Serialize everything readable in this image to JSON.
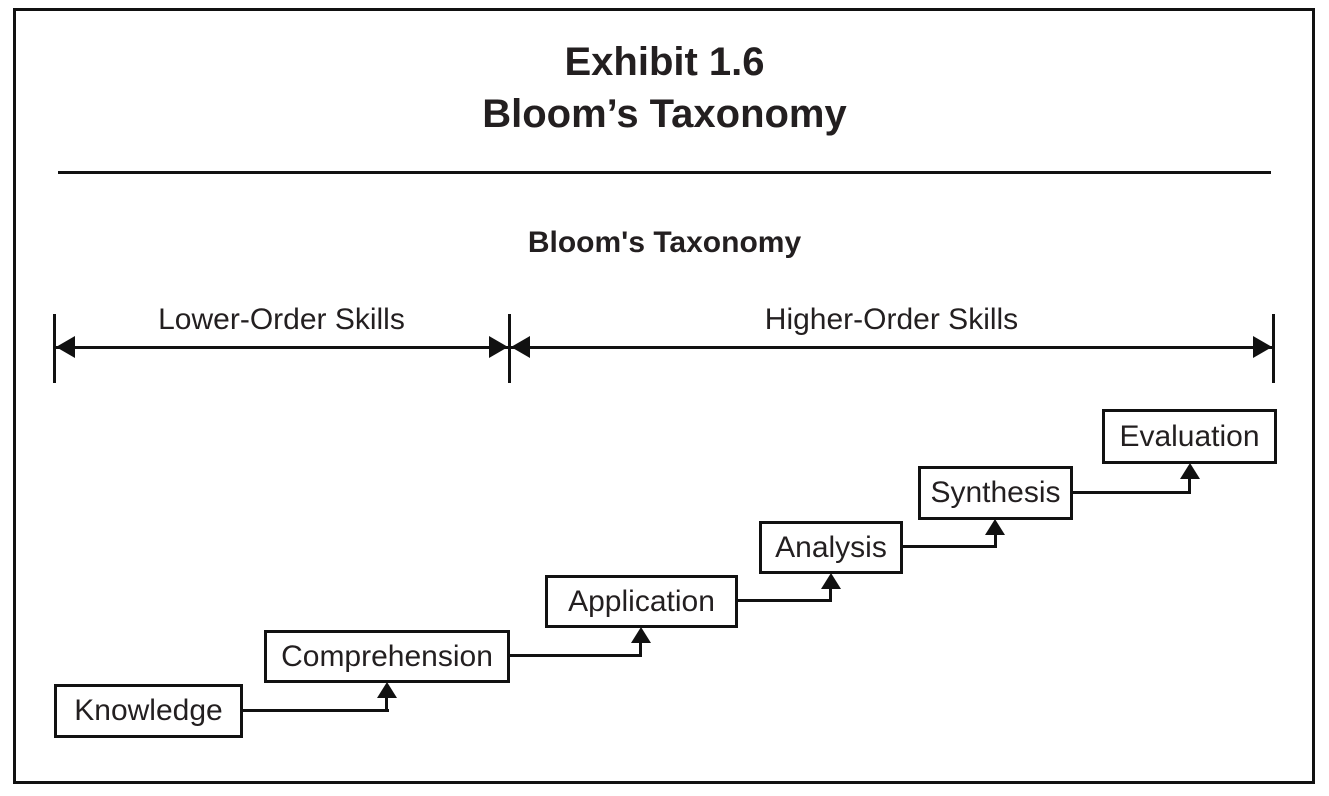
{
  "header": {
    "exhibit_number": "Exhibit 1.6",
    "exhibit_title": "Bloom’s Taxonomy"
  },
  "diagram": {
    "title": "Bloom's Taxonomy",
    "ranges": [
      {
        "label": "Lower-Order Skills"
      },
      {
        "label": "Higher-Order Skills"
      }
    ],
    "steps": [
      {
        "label": "Knowledge"
      },
      {
        "label": "Comprehension"
      },
      {
        "label": "Application"
      },
      {
        "label": "Analysis"
      },
      {
        "label": "Synthesis"
      },
      {
        "label": "Evaluation"
      }
    ]
  },
  "colors": {
    "ink": "#231f20",
    "line": "#111111",
    "background": "#ffffff"
  }
}
